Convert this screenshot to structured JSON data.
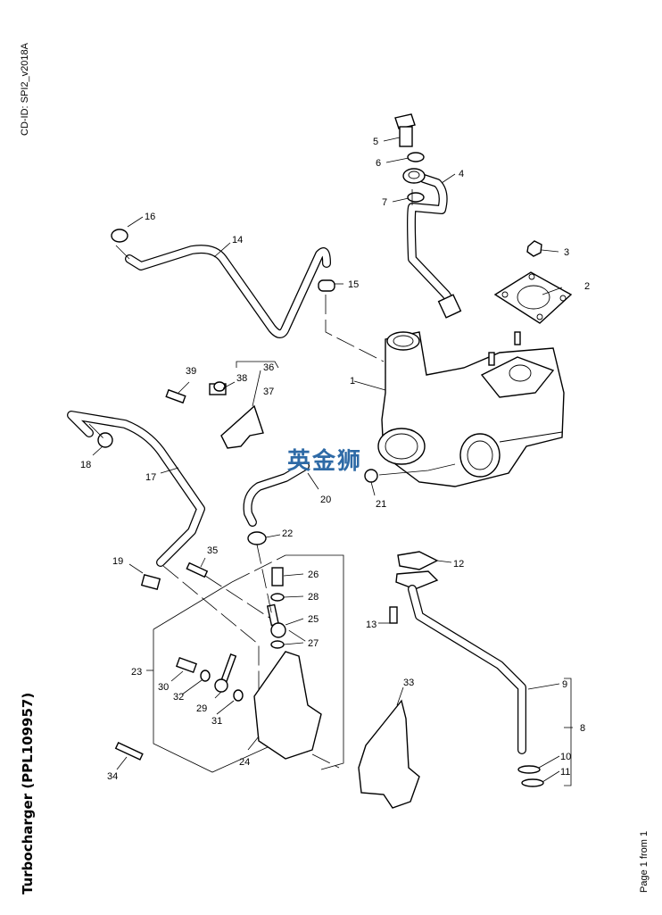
{
  "document": {
    "cd_id": "CD-ID: SPI2_v2018A",
    "title": "Turbocharger (PPL109957)",
    "page_info": "Page 1 from 1",
    "watermark": "英金狮",
    "watermark_color": "#2e6aa6"
  },
  "callouts": [
    {
      "id": "1",
      "label": "1",
      "part": "turbocharger"
    },
    {
      "id": "2",
      "label": "2",
      "part": "exhaust-flange-gasket"
    },
    {
      "id": "3",
      "label": "3",
      "part": "nut"
    },
    {
      "id": "4",
      "label": "4",
      "part": "oil-feed-pipe"
    },
    {
      "id": "5",
      "label": "5",
      "part": "banjo-bolt"
    },
    {
      "id": "6",
      "label": "6",
      "part": "sealing-washer"
    },
    {
      "id": "7",
      "label": "7",
      "part": "sealing-washer"
    },
    {
      "id": "8",
      "label": "8",
      "part": "oil-return-pipe-assembly"
    },
    {
      "id": "9",
      "label": "9",
      "part": "oil-return-pipe"
    },
    {
      "id": "10",
      "label": "10",
      "part": "o-ring"
    },
    {
      "id": "11",
      "label": "11",
      "part": "o-ring"
    },
    {
      "id": "12",
      "label": "12",
      "part": "gasket"
    },
    {
      "id": "13",
      "label": "13",
      "part": "bolt"
    },
    {
      "id": "14",
      "label": "14",
      "part": "hose"
    },
    {
      "id": "15",
      "label": "15",
      "part": "hose-clamp"
    },
    {
      "id": "16",
      "label": "16",
      "part": "hose-clamp"
    },
    {
      "id": "17",
      "label": "17",
      "part": "hose"
    },
    {
      "id": "18",
      "label": "18",
      "part": "hose-clamp"
    },
    {
      "id": "19",
      "label": "19",
      "part": "sleeve"
    },
    {
      "id": "20",
      "label": "20",
      "part": "hose"
    },
    {
      "id": "21",
      "label": "21",
      "part": "hose-clamp"
    },
    {
      "id": "22",
      "label": "22",
      "part": "hose-clamp"
    },
    {
      "id": "23",
      "label": "23",
      "part": "kit"
    },
    {
      "id": "24",
      "label": "24",
      "part": "housing"
    },
    {
      "id": "25",
      "label": "25",
      "part": "banjo-pipe"
    },
    {
      "id": "26",
      "label": "26",
      "part": "banjo-bolt"
    },
    {
      "id": "27",
      "label": "27",
      "part": "sealing-washer"
    },
    {
      "id": "28",
      "label": "28",
      "part": "sealing-washer"
    },
    {
      "id": "29",
      "label": "29",
      "part": "banjo-pipe"
    },
    {
      "id": "30",
      "label": "30",
      "part": "banjo-bolt"
    },
    {
      "id": "31",
      "label": "31",
      "part": "sealing-washer"
    },
    {
      "id": "32",
      "label": "32",
      "part": "sealing-washer"
    },
    {
      "id": "33",
      "label": "33",
      "part": "gasket"
    },
    {
      "id": "34",
      "label": "34",
      "part": "bolt"
    },
    {
      "id": "35",
      "label": "35",
      "part": "bolt"
    },
    {
      "id": "36",
      "label": "36",
      "part": "bracket-assembly"
    },
    {
      "id": "37",
      "label": "37",
      "part": "bracket"
    },
    {
      "id": "38",
      "label": "38",
      "part": "clip"
    },
    {
      "id": "39",
      "label": "39",
      "part": "bolt"
    }
  ]
}
